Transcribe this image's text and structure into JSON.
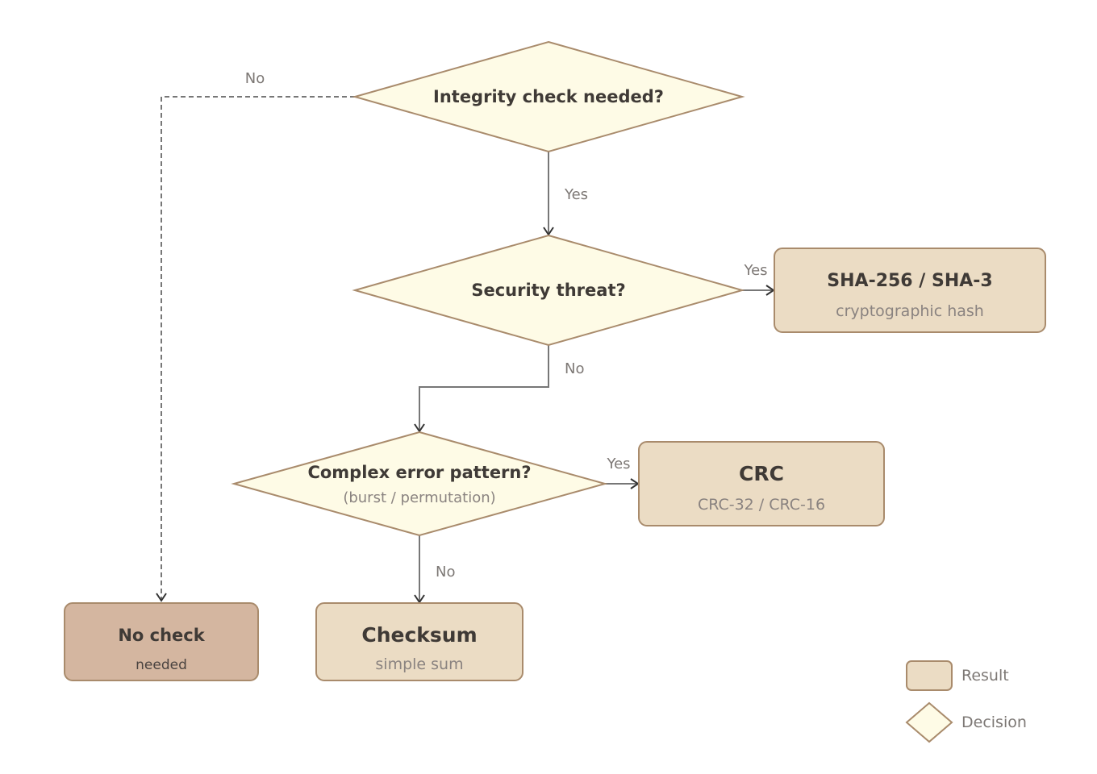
{
  "colors": {
    "decision_fill": "#fefbe6",
    "result_fill": "#ebdcc4",
    "no_check_fill": "#d4b6a0",
    "stroke": "#a98b6c",
    "edge": "#777777"
  },
  "nodes": {
    "integrity": {
      "title": "Integrity check needed?"
    },
    "security": {
      "title": "Security threat?"
    },
    "complex": {
      "title": "Complex error pattern?",
      "subtitle": "(burst / permutation)"
    },
    "sha": {
      "title": "SHA-256 / SHA-3",
      "subtitle": "cryptographic hash"
    },
    "crc": {
      "title": "CRC",
      "subtitle": "CRC-32 / CRC-16"
    },
    "checksum": {
      "title": "Checksum",
      "subtitle": "simple sum"
    },
    "nocheck": {
      "title": "No check",
      "subtitle": "needed"
    }
  },
  "edges": {
    "integrity_no": "No",
    "integrity_yes": "Yes",
    "security_yes": "Yes",
    "security_no": "No",
    "complex_yes": "Yes",
    "complex_no": "No"
  },
  "legend": {
    "result": "Result",
    "decision": "Decision"
  }
}
